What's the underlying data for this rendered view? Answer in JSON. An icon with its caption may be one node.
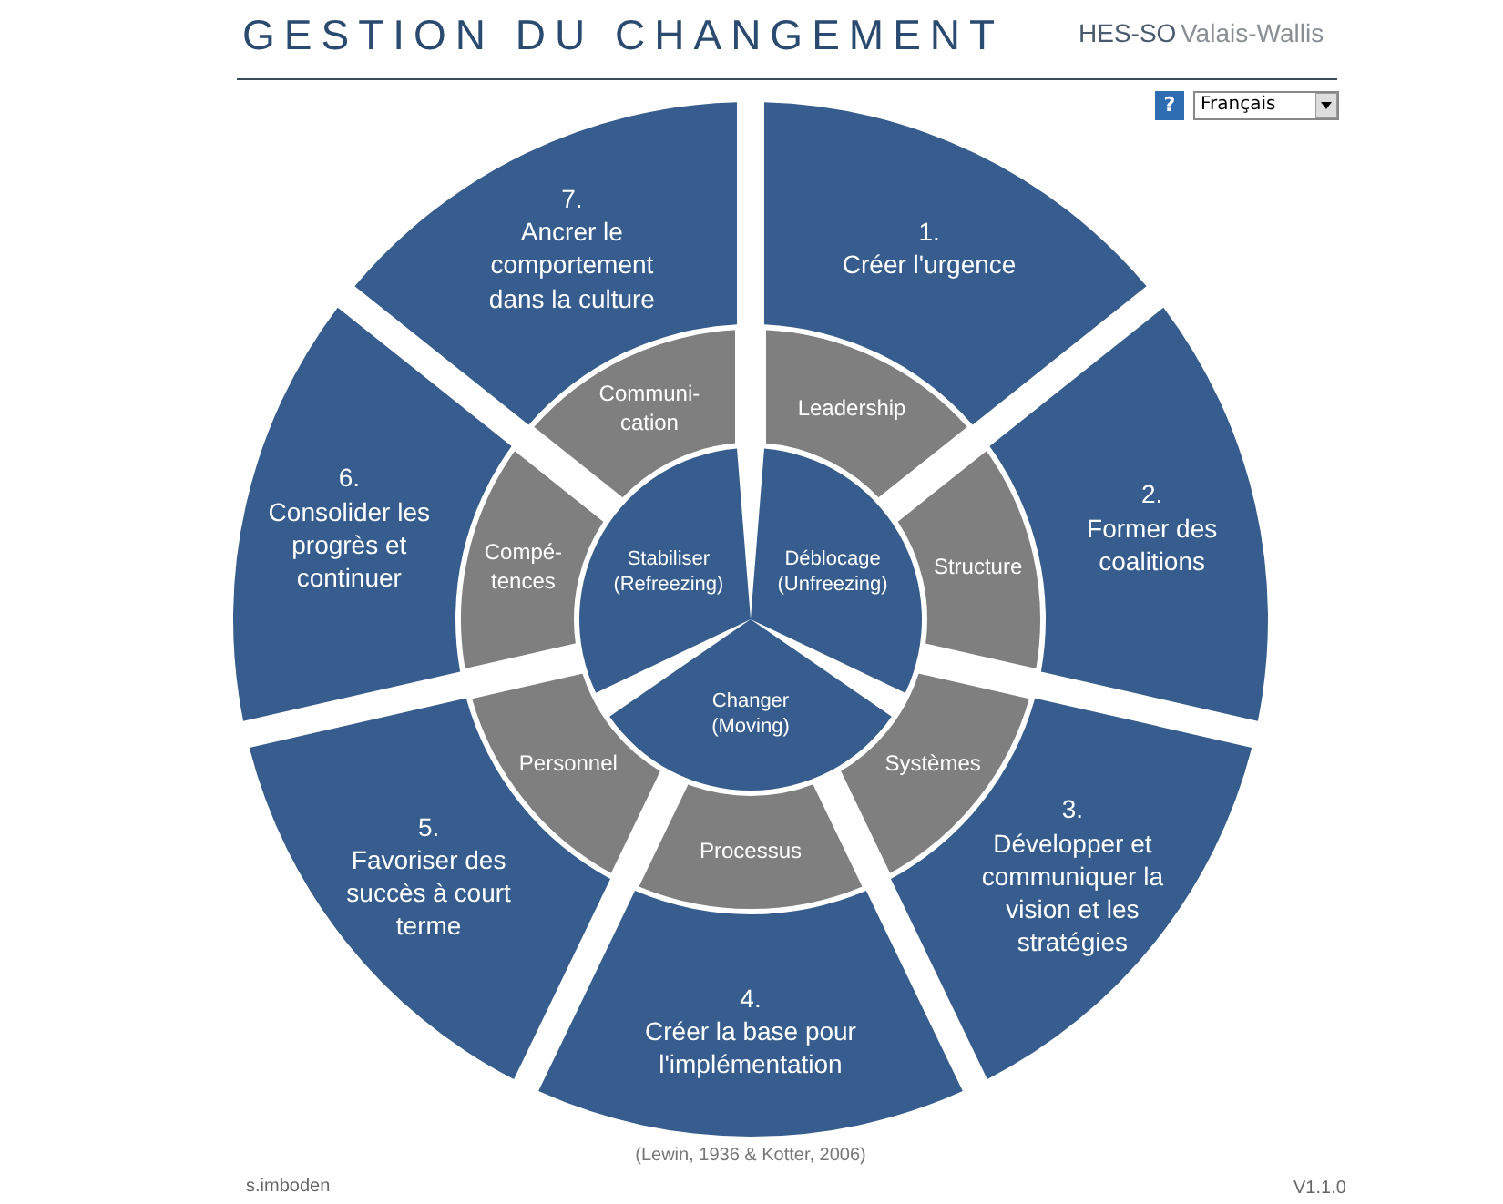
{
  "diagram": {
    "title": "GESTION DU CHANGEMENT",
    "caption": "(Lewin, 1936 & Kotter, 2006)",
    "nodes": [
      {
        "text": [
          "1.",
          "Créer l'urgence"
        ]
      },
      {
        "text": [
          "2.",
          "Former des coalitions"
        ]
      },
      {
        "text": [
          "3.",
          "Développer et communiquer la vision et les stratégies"
        ]
      },
      {
        "text": [
          "4.",
          "Créer la base pour l'implémentation"
        ]
      },
      {
        "text": [
          "5.",
          "Favoriser des succès à court terme"
        ]
      },
      {
        "text": [
          "6.",
          "Consolider les progrès et continuer"
        ]
      },
      {
        "text": [
          "7.",
          "Ancrer le comportement dans la culture"
        ]
      },
      {
        "text": [
          "Leadership"
        ]
      },
      {
        "text": [
          "Structure"
        ]
      },
      {
        "text": [
          "Systèmes"
        ]
      },
      {
        "text": [
          "Processus"
        ]
      },
      {
        "text": [
          "Personnel"
        ]
      },
      {
        "text": [
          "Compé- tences"
        ]
      },
      {
        "text": [
          "Communi- cation"
        ]
      },
      {
        "text": [
          "Déblocage (Unfreezing)"
        ]
      },
      {
        "text": [
          "Changer (Moving)"
        ]
      },
      {
        "text": [
          "Stabiliser (Refreezing)"
        ]
      }
    ],
    "labels": [
      "HES-SO",
      "Valais-Wallis",
      "?",
      "Français",
      "s.imboden",
      "V1.1.0"
    ]
  }
}
